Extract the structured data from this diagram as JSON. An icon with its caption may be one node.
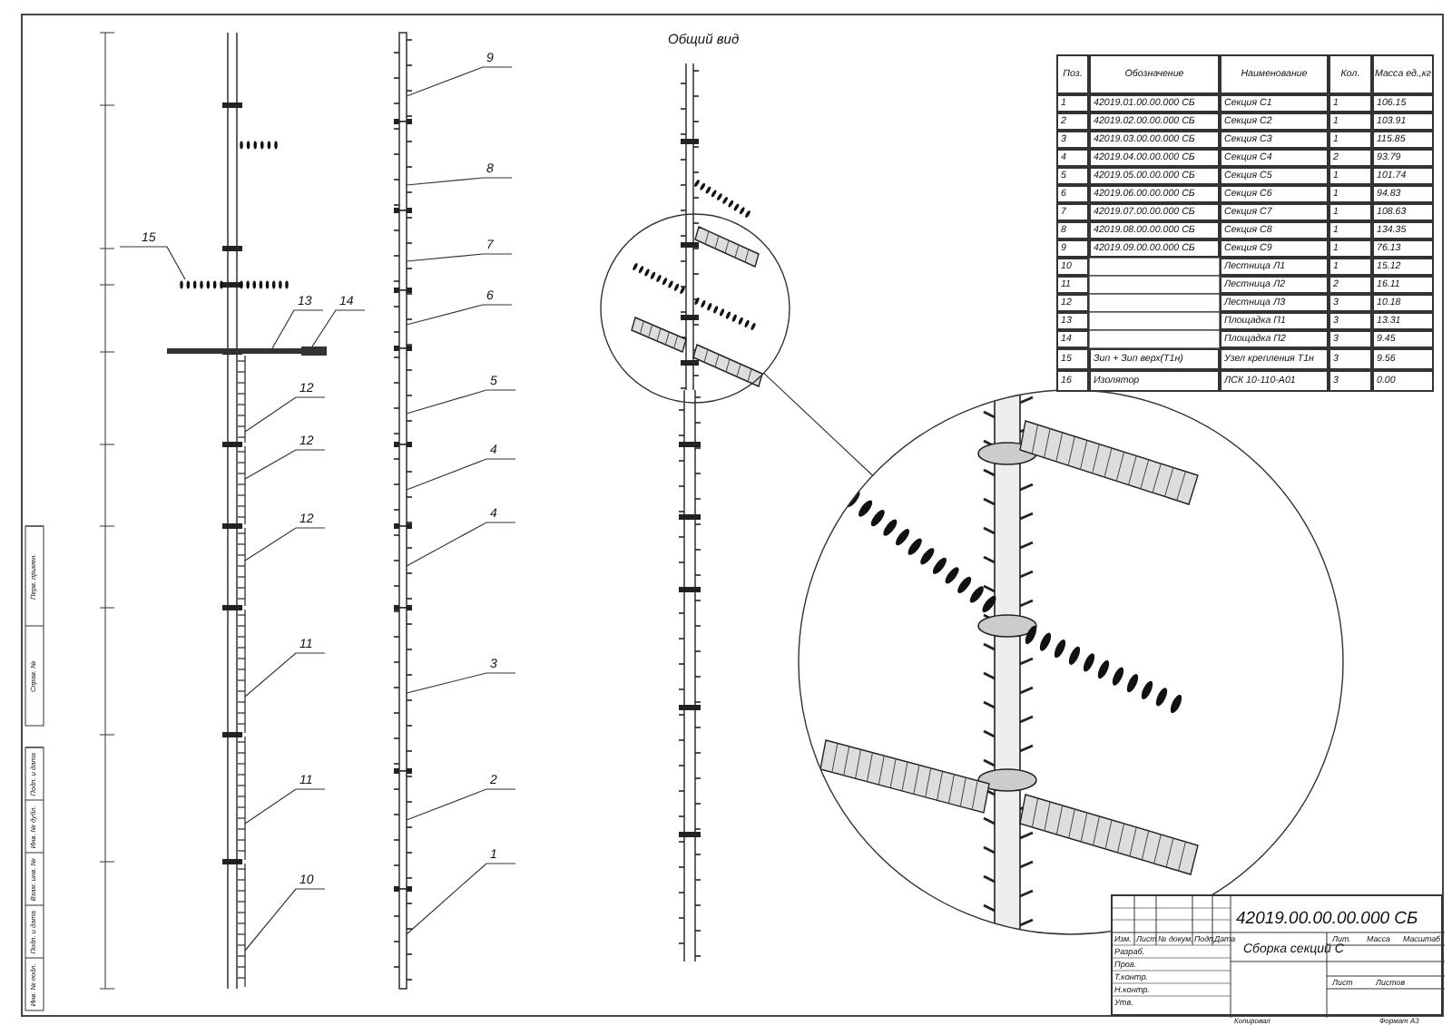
{
  "diagram": {
    "title": "Общий вид",
    "nodes": [
      {
        "text": [
          "15"
        ]
      },
      {
        "text": [
          "13"
        ]
      },
      {
        "text": [
          "14"
        ]
      },
      {
        "text": [
          "12"
        ]
      },
      {
        "text": [
          "12"
        ]
      },
      {
        "text": [
          "12"
        ]
      },
      {
        "text": [
          "11"
        ]
      },
      {
        "text": [
          "11"
        ]
      },
      {
        "text": [
          "10"
        ]
      },
      {
        "text": [
          "9"
        ]
      },
      {
        "text": [
          "8"
        ]
      },
      {
        "text": [
          "7"
        ]
      },
      {
        "text": [
          "6"
        ]
      },
      {
        "text": [
          "5"
        ]
      },
      {
        "text": [
          "4"
        ]
      },
      {
        "text": [
          "4"
        ]
      },
      {
        "text": [
          "3"
        ]
      },
      {
        "text": [
          "2"
        ]
      },
      {
        "text": [
          "1"
        ]
      },
      {
        "text": [],
        "shape": "circle"
      },
      {
        "text": [],
        "shape": "circle"
      },
      {
        "text": [],
        "shape": "bar"
      },
      {
        "text": [],
        "shape": "bar"
      },
      {
        "text": [],
        "shape": "bar"
      },
      {
        "text": [],
        "shape": "bar"
      },
      {
        "text": [],
        "shape": "bar"
      },
      {
        "text": [],
        "shape": "bar"
      },
      {
        "text": [],
        "shape": "bar"
      },
      {
        "text": [],
        "shape": "bar"
      },
      {
        "text": [],
        "shape": "bar"
      },
      {
        "text": [],
        "shape": "bar"
      },
      {
        "text": [],
        "shape": "bar"
      },
      {
        "text": [],
        "shape": "bar"
      },
      {
        "text": [],
        "shape": "bar"
      },
      {
        "text": [],
        "shape": "bar"
      },
      {
        "text": [],
        "shape": "bar"
      },
      {
        "text": [],
        "shape": "bar"
      },
      {
        "text": [],
        "shape": "bar"
      },
      {
        "text": [],
        "shape": "bar"
      },
      {
        "text": [],
        "shape": "bar"
      }
    ],
    "edges": [
      {
        "from": 0,
        "to": 21,
        "arrow": "none"
      },
      {
        "from": 1,
        "to": 22,
        "arrow": "none"
      },
      {
        "from": 2,
        "to": 23,
        "arrow": "none"
      },
      {
        "from": 3,
        "to": 24,
        "arrow": "none"
      },
      {
        "from": 4,
        "to": 25,
        "arrow": "none"
      },
      {
        "from": 5,
        "to": 26,
        "arrow": "none"
      },
      {
        "from": 6,
        "to": 27,
        "arrow": "none"
      },
      {
        "from": 7,
        "to": 28,
        "arrow": "none"
      },
      {
        "from": 8,
        "to": 29,
        "arrow": "none"
      },
      {
        "from": 9,
        "to": 30,
        "arrow": "none"
      },
      {
        "from": 10,
        "to": 31,
        "arrow": "none"
      },
      {
        "from": 11,
        "to": 32,
        "arrow": "none"
      },
      {
        "from": 12,
        "to": 33,
        "arrow": "none"
      },
      {
        "from": 13,
        "to": 34,
        "arrow": "none"
      },
      {
        "from": 14,
        "to": 35,
        "arrow": "none"
      },
      {
        "from": 15,
        "to": 36,
        "arrow": "none"
      },
      {
        "from": 16,
        "to": 37,
        "arrow": "none"
      },
      {
        "from": 17,
        "to": 38,
        "arrow": "none"
      },
      {
        "from": 18,
        "to": 39,
        "arrow": "none"
      },
      {
        "from": 19,
        "to": 20,
        "arrow": "none"
      }
    ],
    "labels": [
      "Поз.",
      "Обозначение",
      "Наименование",
      "Кол.",
      "Масса ед.,кг",
      "1",
      "42019.01.00.00.000 СБ",
      "Секция С1",
      "1",
      "106.15",
      "2",
      "42019.02.00.00.000 СБ",
      "Секция С2",
      "1",
      "103.91",
      "3",
      "42019.03.00.00.000 СБ",
      "Секция С3",
      "1",
      "115.85",
      "4",
      "42019.04.00.00.000 СБ",
      "Секция С4",
      "2",
      "93.79",
      "5",
      "42019.05.00.00.000 СБ",
      "Секция С5",
      "1",
      "101.74",
      "6",
      "42019.06.00.00.000 СБ",
      "Секция С6",
      "1",
      "94.83",
      "7",
      "42019.07.00.00.000 СБ",
      "Секция С7",
      "1",
      "108.63",
      "8",
      "42019.08.00.00.000 СБ",
      "Секция С8",
      "1",
      "134.35",
      "9",
      "42019.09.00.00.000 СБ",
      "Секция С9",
      "1",
      "76.13",
      "10",
      "Лестница Л1",
      "1",
      "15.12",
      "11",
      "Лестница Л2",
      "2",
      "16.11",
      "12",
      "Лестница Л3",
      "3",
      "10.18",
      "13",
      "Площадка П1",
      "3",
      "13.31",
      "14",
      "Площадка П2",
      "3",
      "9.45",
      "15",
      "Зип + Зип верх(Т1н)",
      "Узел крепления Т1н",
      "3",
      "9.56",
      "16",
      "Изолятор",
      "ЛСК 10-110-А01",
      "3",
      "0.00",
      "42019.00.00.00.000 СБ",
      "Изм.",
      "Лист",
      "№ докум.",
      "Подп.",
      "Дата",
      "Разраб.",
      "Пров.",
      "Т.контр.",
      "Н.контр.",
      "Утв.",
      "Сборка секций С",
      "Лит.",
      "Масса",
      "Масштаб",
      "Лист",
      "Листов",
      "Копировал",
      "Формат A3",
      "Перв. примен.",
      "Справ. №",
      "Подп. и дата",
      "Инв. № дубл.",
      "Взам. инв. №",
      "Подп. и дата",
      "Инв. № подл."
    ]
  }
}
